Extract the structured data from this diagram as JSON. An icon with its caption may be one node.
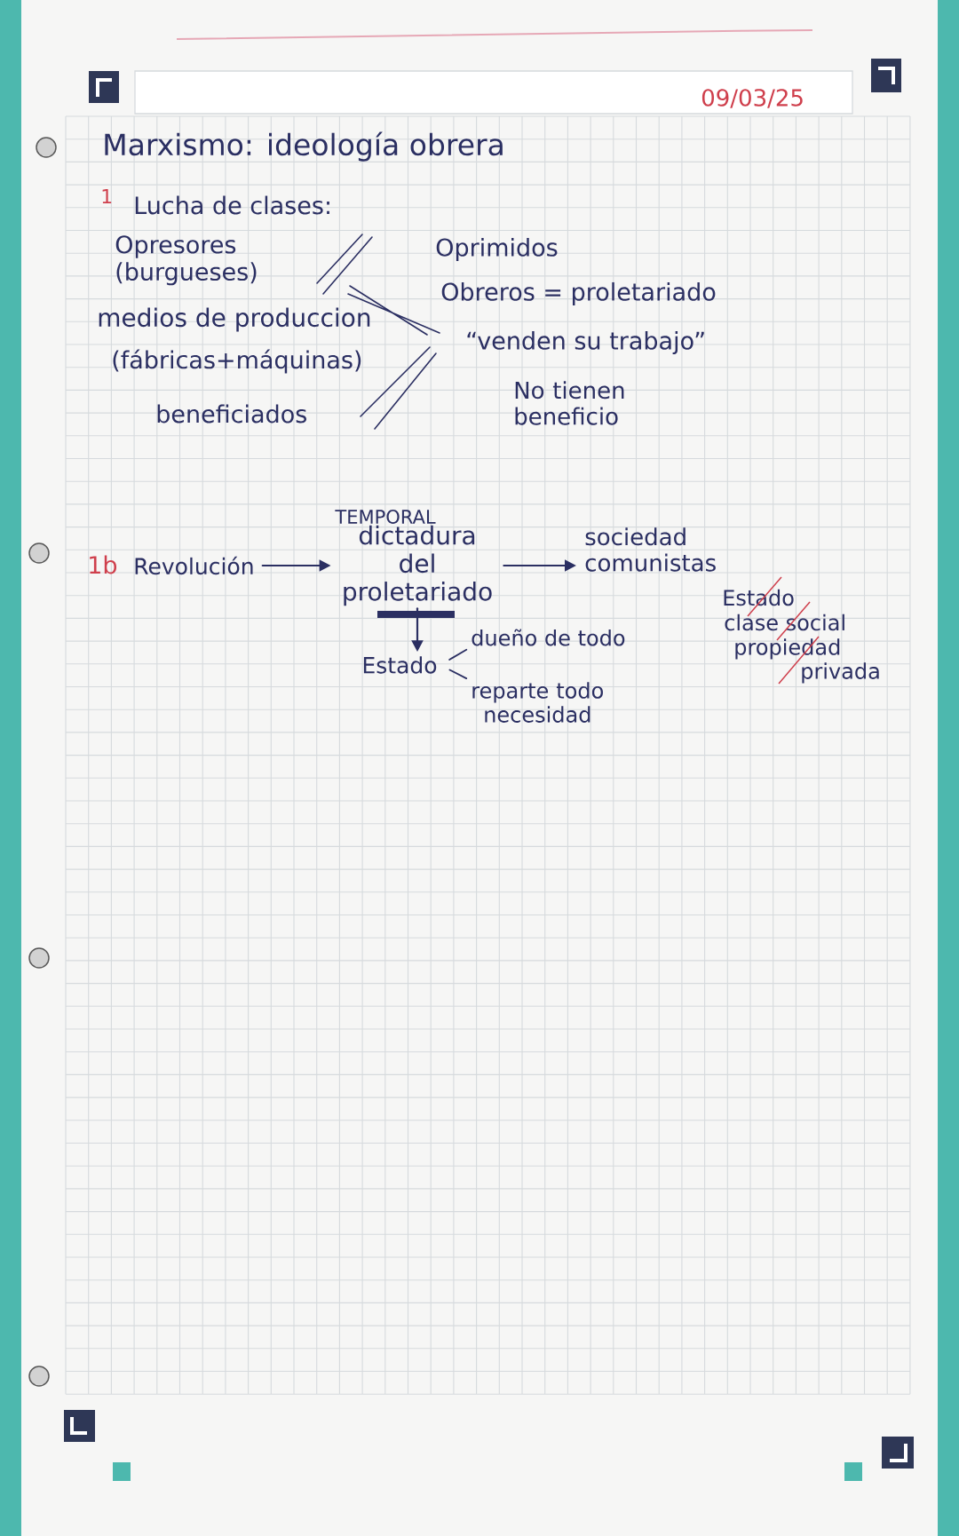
{
  "diagram": {
    "title": "Marxismo: ideología obrera",
    "nodes": [
      {
        "text": [
          "Revolución"
        ],
        "beside": [
          "1b"
        ]
      },
      {
        "text": [
          "TEMPORAL",
          "dictadura del proletariado"
        ]
      },
      {
        "text": [
          "sociedad comunistas"
        ]
      },
      {
        "text": [
          "Estado"
        ]
      },
      {
        "text": [
          "dueño de todo"
        ]
      },
      {
        "text": [
          "reparte todo necesidad"
        ]
      }
    ],
    "edges": [
      {
        "from": 0,
        "to": 1,
        "arrow": "to"
      },
      {
        "from": 1,
        "to": 2,
        "arrow": "to"
      },
      {
        "from": 1,
        "to": 3,
        "arrow": "to"
      },
      {
        "from": 3,
        "to": 4,
        "arrow": "none"
      },
      {
        "from": 3,
        "to": 5,
        "arrow": "none"
      }
    ],
    "labels": [
      "09/03/25",
      "1",
      "Lucha de clases:",
      "Opresores (burgueses)",
      "medios de produccion",
      "(fábricas+máquinas)",
      "beneficiados",
      "Oprimidos",
      "Obreros = proletariado",
      "“venden su trabajo”",
      "No tienen beneficio",
      "Estado",
      "clase social",
      "propiedad privada"
    ]
  }
}
